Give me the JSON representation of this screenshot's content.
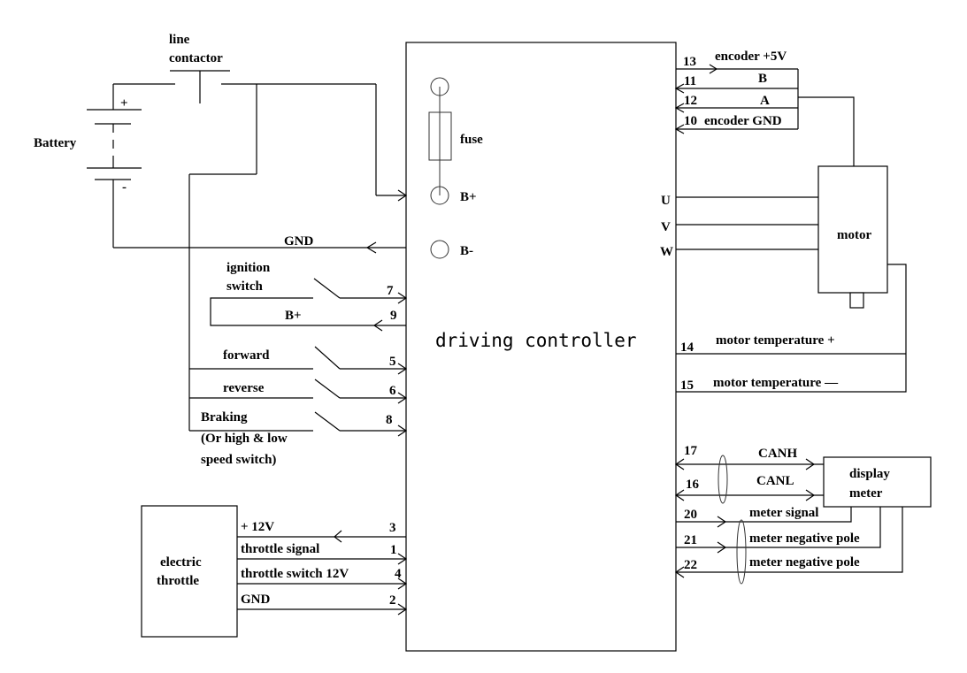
{
  "diagram": {
    "controller": {
      "label": "driving controller"
    },
    "battery": {
      "label": "Battery",
      "plus": "+",
      "minus": "-"
    },
    "contactor": {
      "label_line1": "line",
      "label_line2": "contactor"
    },
    "fuse": {
      "label": "fuse"
    },
    "terminals": {
      "bplus": "B+",
      "bminus": "B-",
      "gnd": "GND"
    },
    "left_switches": [
      {
        "label": "ignition",
        "label2": "switch",
        "pin": "7"
      },
      {
        "label": "B+",
        "pin": "9"
      },
      {
        "label": "forward",
        "pin": "5"
      },
      {
        "label": "reverse",
        "pin": "6"
      },
      {
        "label": "Braking",
        "label2": "(Or high & low",
        "label3": "speed switch)",
        "pin": "8"
      }
    ],
    "throttle": {
      "label_line1": "electric",
      "label_line2": "throttle",
      "wires": [
        {
          "label": "+ 12V",
          "pin": "3"
        },
        {
          "label": "throttle signal",
          "pin": "1"
        },
        {
          "label": "throttle switch 12V",
          "pin": "4"
        },
        {
          "label": "GND",
          "pin": "2"
        }
      ]
    },
    "encoder": [
      {
        "pin": "13",
        "label": "encoder +5V"
      },
      {
        "pin": "11",
        "label": "B"
      },
      {
        "pin": "12",
        "label": "A"
      },
      {
        "pin": "10",
        "label": "encoder GND"
      }
    ],
    "motor_phases": [
      "U",
      "V",
      "W"
    ],
    "motor": {
      "label": "motor"
    },
    "temperature": [
      {
        "pin": "14",
        "label": "motor temperature +"
      },
      {
        "pin": "15",
        "label": "motor temperature —"
      }
    ],
    "can": [
      {
        "pin": "17",
        "label": "CANH"
      },
      {
        "pin": "16",
        "label": "CANL"
      }
    ],
    "meter_wires": [
      {
        "pin": "20",
        "label": "meter signal"
      },
      {
        "pin": "21",
        "label": "meter negative pole"
      },
      {
        "pin": "22",
        "label": "meter negative pole"
      }
    ],
    "display": {
      "label_line1": "display",
      "label_line2": "meter"
    }
  }
}
